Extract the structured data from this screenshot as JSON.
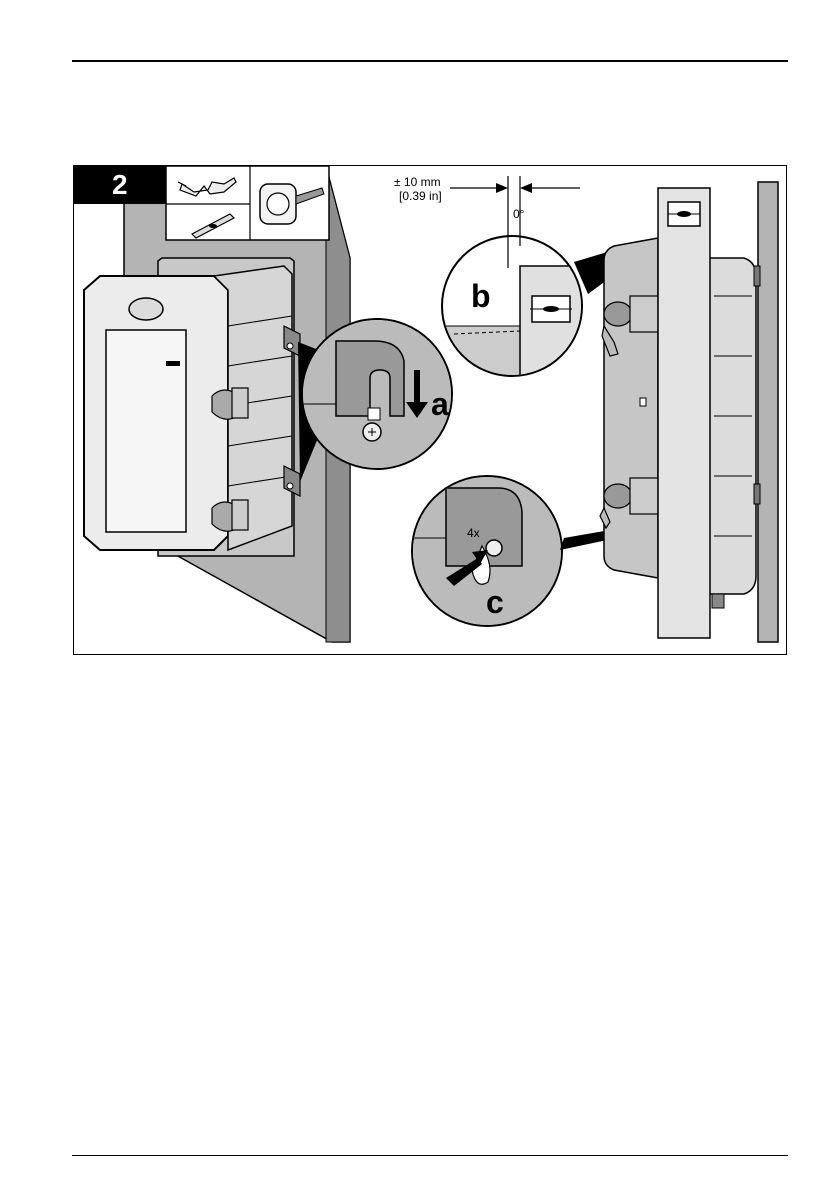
{
  "figure": {
    "step_number": "2",
    "labels": {
      "a": "a",
      "b": "b",
      "c": "c",
      "tolerance_mm": "± 10 mm",
      "tolerance_in": "[0.39 in]",
      "angle": "0°",
      "quantity": "4x"
    },
    "tool_icons": [
      "safety-glasses-icon",
      "measuring-tape-icon",
      "spirit-level-icon"
    ]
  }
}
